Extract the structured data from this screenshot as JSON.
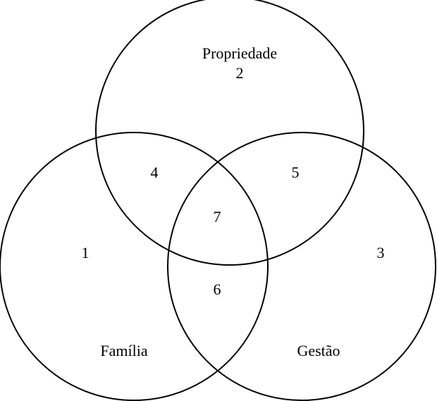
{
  "sets": [
    {
      "label": "Propriedade",
      "number": "2"
    },
    {
      "label": "Família",
      "number": "1"
    },
    {
      "label": "Gestão",
      "number": "3"
    }
  ],
  "regions": {
    "r4": "4",
    "r5": "5",
    "r6": "6",
    "r7": "7"
  }
}
